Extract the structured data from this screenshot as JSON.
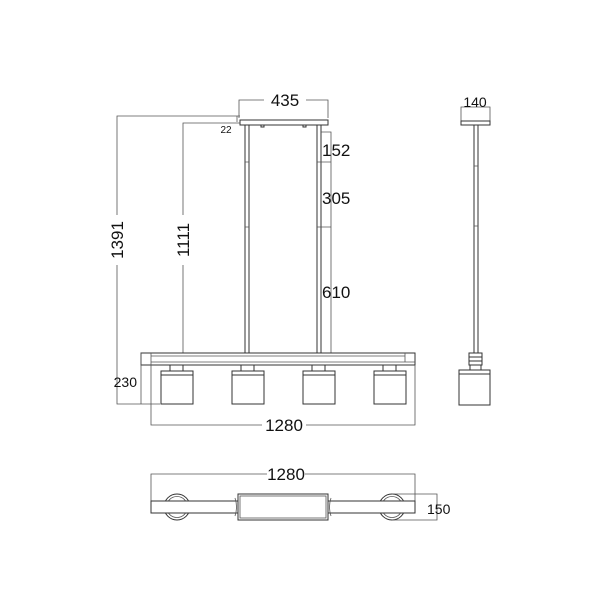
{
  "front_view": {
    "canopy_width": "435",
    "canopy_height": "22",
    "overall_height": "1391",
    "rod_height": "1111",
    "rod_segments": [
      "152",
      "305",
      "610"
    ],
    "fixture_height": "230",
    "fixture_length": "1280",
    "shade_count": 4
  },
  "side_view": {
    "canopy_depth": "140"
  },
  "top_view": {
    "length": "1280",
    "width": "150"
  }
}
